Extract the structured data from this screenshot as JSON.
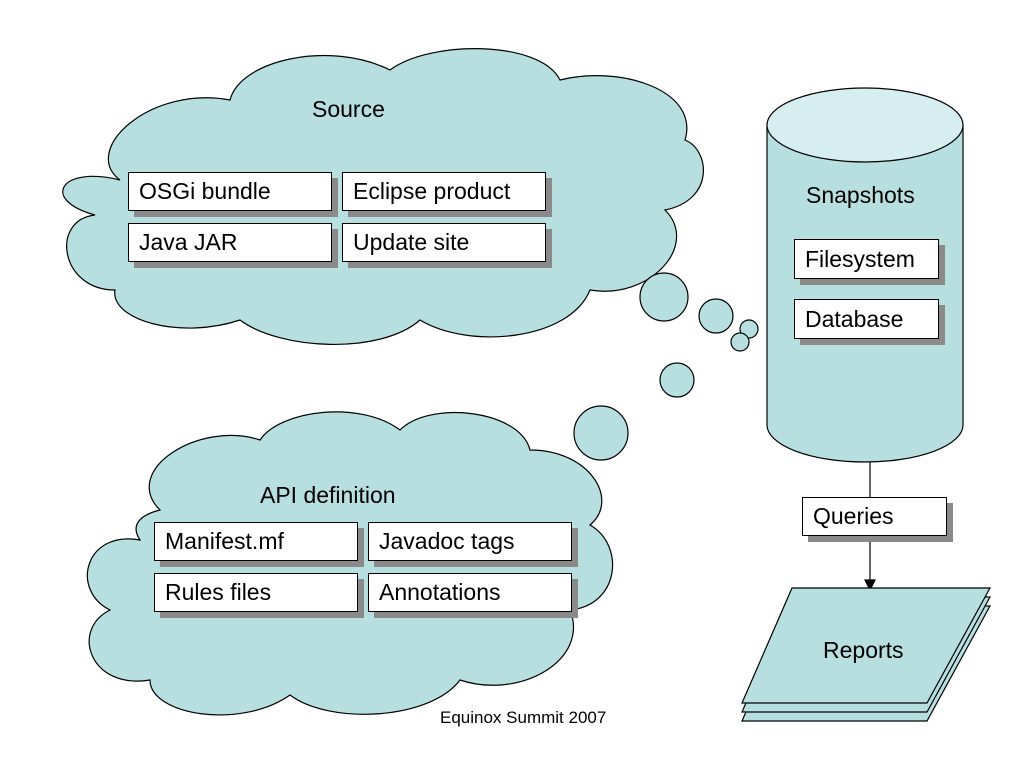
{
  "source": {
    "title": "Source",
    "items": [
      "OSGi bundle",
      "Eclipse product",
      "Java JAR",
      "Update site"
    ]
  },
  "api": {
    "title": "API definition",
    "items": [
      "Manifest.mf",
      "Javadoc tags",
      "Rules files",
      "Annotations"
    ]
  },
  "snapshots": {
    "title": "Snapshots",
    "items": [
      "Filesystem",
      "Database"
    ]
  },
  "queries_label": "Queries",
  "reports_label": "Reports",
  "footer": "Equinox Summit 2007",
  "colors": {
    "fill": "#b8dfe0",
    "cylinder_top": "#d7eef0",
    "stroke": "#000000",
    "shadow": "#8a8a8a"
  }
}
